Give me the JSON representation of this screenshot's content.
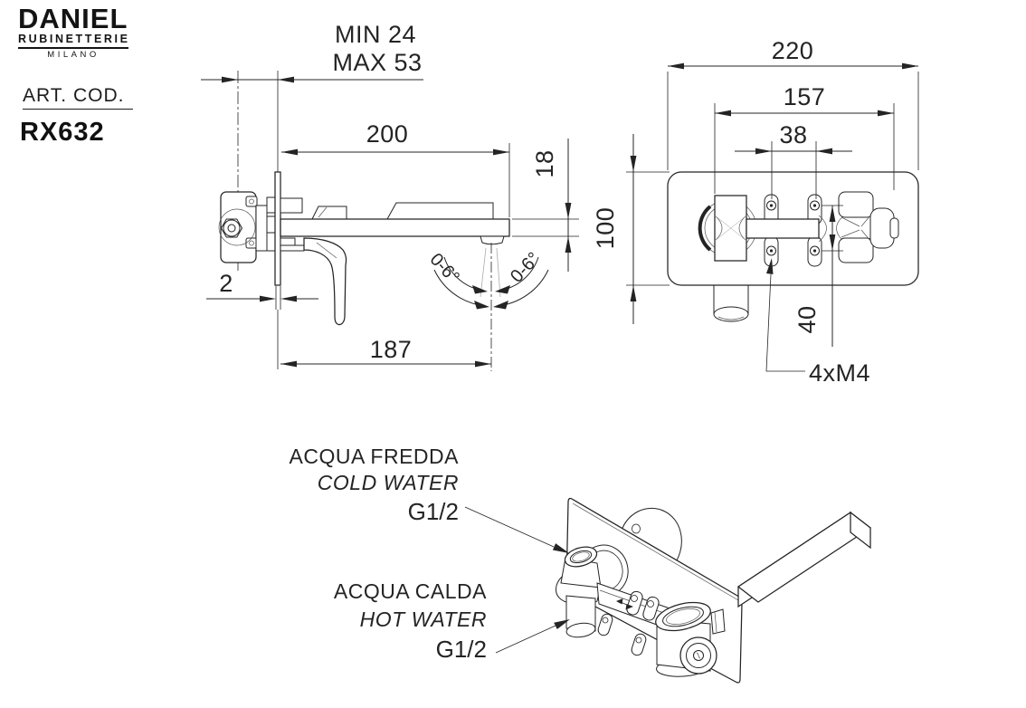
{
  "brand": {
    "name": "DANIEL",
    "division": "RUBINETTERIE",
    "city": "MILANO"
  },
  "article": {
    "label": "ART. COD.",
    "code": "RX632"
  },
  "side_view": {
    "min_depth": "MIN 24",
    "max_depth": "MAX 53",
    "spout_length": "200",
    "spout_height": "18",
    "wall_plate_thickness": "2",
    "spout_reach": "187",
    "stream_angle_left": "0-6°",
    "stream_angle_right": "0-6°"
  },
  "front_view": {
    "plate_width": "220",
    "body_width": "157",
    "screw_spacing_horizontal": "38",
    "plate_height": "100",
    "screw_spacing_vertical": "40",
    "screw_spec": "4xM4"
  },
  "connections": {
    "cold": {
      "label_it": "ACQUA FREDDA",
      "label_en": "COLD WATER",
      "thread": "G1/2"
    },
    "hot": {
      "label_it": "ACQUA CALDA",
      "label_en": "HOT WATER",
      "thread": "G1/2"
    }
  },
  "colors": {
    "ink": "#242424",
    "paper": "#ffffff"
  }
}
